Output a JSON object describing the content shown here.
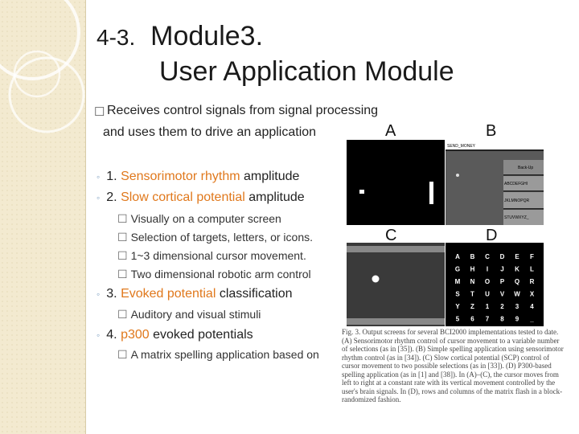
{
  "title": {
    "number": "4-3.",
    "line1": "Module3.",
    "line2": "User Application Module"
  },
  "intro": {
    "line1": "Receives control signals from signal processing",
    "line2": "and uses them to drive an application"
  },
  "items": [
    {
      "prefix": "1.",
      "highlight": "Sensorimotor rhythm",
      "suffix": "amplitude"
    },
    {
      "prefix": "2.",
      "highlight": "Slow cortical potential",
      "suffix": "amplitude"
    },
    {
      "prefix": "3.",
      "highlight": "Evoked potential",
      "suffix": "classification"
    },
    {
      "prefix": "4.",
      "highlight": "p300",
      "suffix": "evoked potentials"
    }
  ],
  "subitems_2": [
    "Visually on a computer screen",
    "Selection of targets, letters, or icons.",
    "1~3 dimensional cursor movement.",
    "Two dimensional robotic arm control"
  ],
  "subitems_3": [
    "Auditory and visual stimuli"
  ],
  "subitems_4": [
    "A matrix spelling application based on"
  ],
  "figure": {
    "labels": [
      "A",
      "B",
      "C",
      "D"
    ],
    "b_text": "SEND_MONEY",
    "b_options": [
      "Back-Up",
      "ABCDEFGHI",
      "JKLMNOPQR",
      "STUVWXYZ_"
    ],
    "d_matrix": [
      [
        "A",
        "B",
        "C",
        "D",
        "E",
        "F"
      ],
      [
        "G",
        "H",
        "I",
        "J",
        "K",
        "L"
      ],
      [
        "M",
        "N",
        "O",
        "P",
        "Q",
        "R"
      ],
      [
        "S",
        "T",
        "U",
        "V",
        "W",
        "X"
      ],
      [
        "Y",
        "Z",
        "1",
        "2",
        "3",
        "4"
      ],
      [
        "5",
        "6",
        "7",
        "8",
        "9",
        "_"
      ]
    ],
    "caption": "Fig. 3.   Output screens for several BCI2000 implementations tested to date. (A) Sensorimotor rhythm control of cursor movement to a variable number of selections (as in [35]). (B) Simple spelling application using sensorimotor rhythm control (as in [34]). (C) Slow cortical potential (SCP) control of cursor movement to two possible selections (as in [33]). (D) P300-based spelling application (as in [1] and [38]). In (A)–(C), the cursor moves from left to right at a constant rate with its vertical movement controlled by the user's brain signals. In (D), rows and columns of the matrix flash in a block-randomized fashion."
  },
  "colors": {
    "highlight": "#e0781c",
    "sidebar": "#f3ead0",
    "bullet": "#7a9cbf"
  }
}
